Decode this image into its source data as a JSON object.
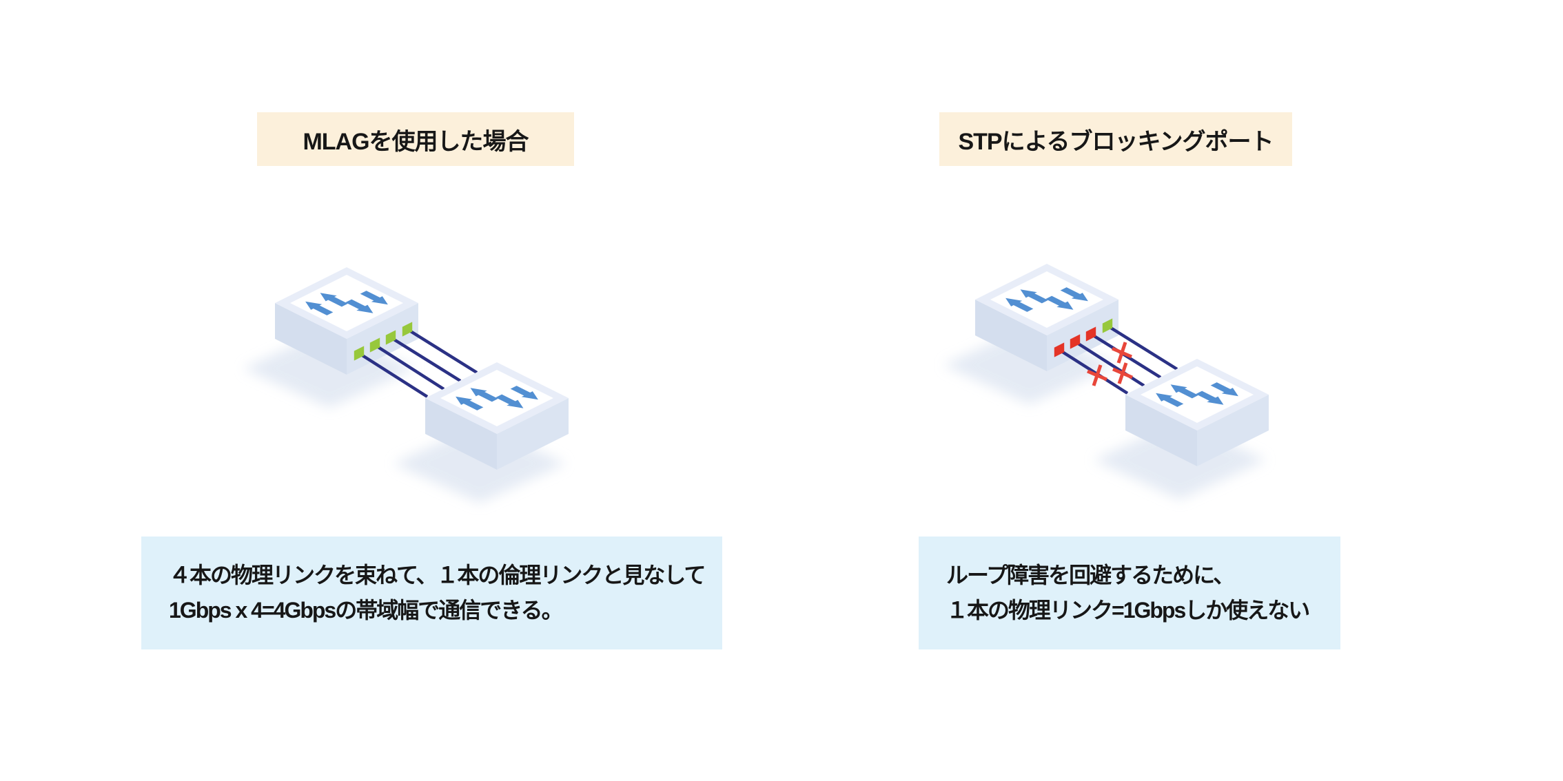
{
  "page": {
    "title": "MLAG vs STP comparison diagram",
    "background": "#ffffff"
  },
  "panels": {
    "mlag": {
      "header": "MLAGを使用した場合",
      "caption": {
        "line1": "４本の物理リンクを束ねて、１本の倫理リンクと見なして",
        "line2": "1Gbps x 4=4Gbpsの帯域幅で通信できる。"
      },
      "diagram": {
        "switches": 2,
        "links_total": 4,
        "links_active": 4,
        "links_blocked": 0
      }
    },
    "stp": {
      "header": "STPによるブロッキングポート",
      "caption": {
        "line1": "ループ障害を回避するために、",
        "line2": "１本の物理リンク=1Gbpsしか使えない"
      },
      "diagram": {
        "switches": 2,
        "links_total": 4,
        "links_active": 1,
        "links_blocked": 3
      }
    }
  },
  "colors": {
    "header_bg": "#fcf0db",
    "caption_bg": "#dff1fa",
    "text": "#171717",
    "arrow_blue": "#528fd2",
    "link_navy": "#2b3185",
    "port_green": "#97c83c",
    "port_red": "#e43427",
    "blocked_x_red": "#e8463a",
    "switch_top": "#e8edf8",
    "switch_inset": "#ffffff",
    "switch_face_left": "#d4deee",
    "switch_face_right": "#dbe4f2",
    "switch_shadow": "#dce4f1"
  }
}
